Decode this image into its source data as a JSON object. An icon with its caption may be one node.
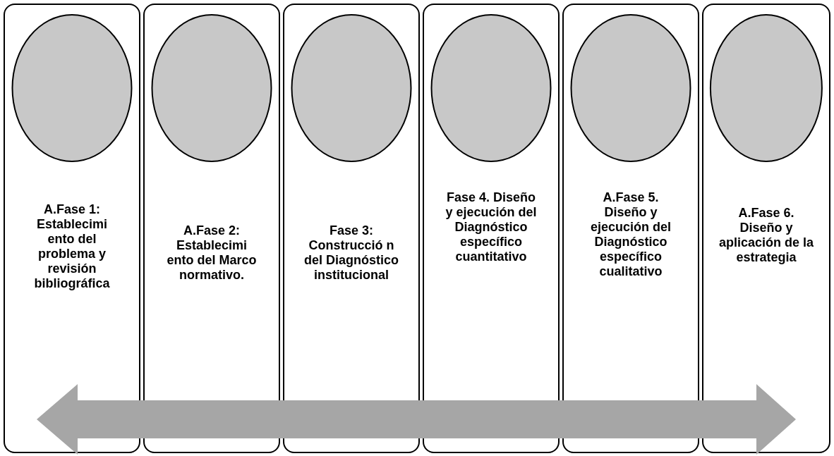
{
  "diagram": {
    "nodes": [
      {
        "text": [
          "A.Fase 1: Establecimi ento del problema y revisión bibliográfica"
        ]
      },
      {
        "text": [
          "A.Fase 2: Establecimi ento del Marco normativo."
        ]
      },
      {
        "text": [
          "Fase 3: Construcció n del Diagnóstico institucional"
        ]
      },
      {
        "text": [
          "Fase 4. Diseño y ejecución del Diagnóstico específico cuantitativo"
        ]
      },
      {
        "text": [
          "A.Fase 5. Diseño y ejecución del Diagnóstico específico cualitativo"
        ]
      },
      {
        "text": [
          "A.Fase 6. Diseño y aplicación de la estrategia"
        ]
      },
      {
        "text": [],
        "shape": "circle",
        "in": 0
      },
      {
        "text": [],
        "shape": "circle",
        "in": 1
      },
      {
        "text": [],
        "shape": "circle",
        "in": 2
      },
      {
        "text": [],
        "shape": "circle",
        "in": 3
      },
      {
        "text": [],
        "shape": "circle",
        "in": 4
      },
      {
        "text": [],
        "shape": "circle",
        "in": 5
      }
    ]
  }
}
